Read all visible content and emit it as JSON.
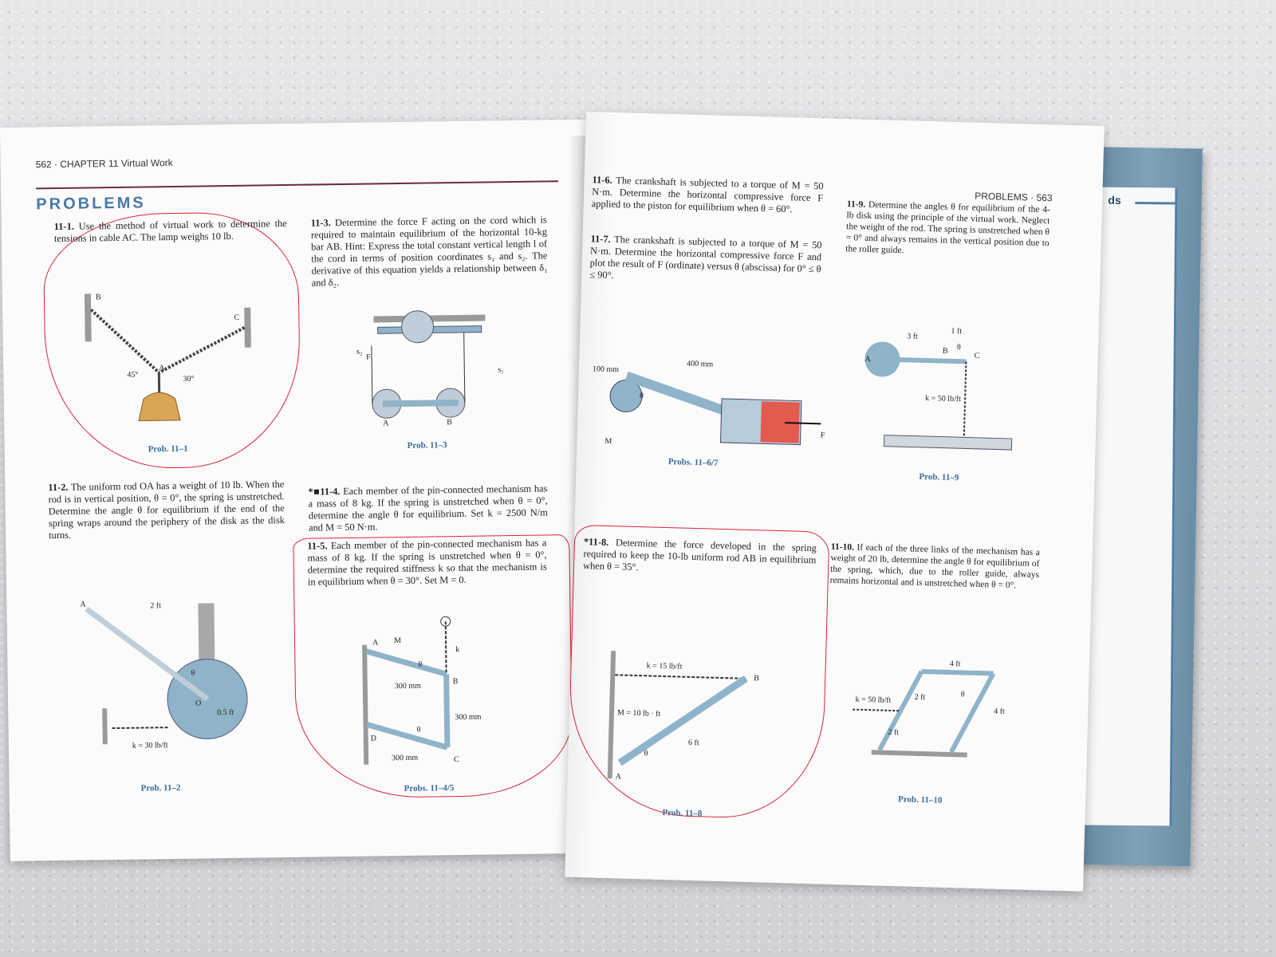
{
  "left_page": {
    "header": "562 · CHAPTER 11 Virtual Work",
    "section_title": "PROBLEMS",
    "problems": [
      {
        "id": "11-1.",
        "text": "Use the method of virtual work to determine the tensions in cable AC. The lamp weighs 10 lb.",
        "caption": "Prob. 11–1"
      },
      {
        "id": "11-3.",
        "text": "Determine the force F acting on the cord which is required to maintain equilibrium of the horizontal 10-kg bar AB. Hint: Express the total constant vertical length l of the cord in terms of position coordinates s₁ and s₂. The derivative of this equation yields a relationship between δ₁ and δ₂.",
        "caption": "Prob. 11–3"
      },
      {
        "id": "11-2.",
        "text": "The uniform rod OA has a weight of 10 lb. When the rod is in vertical position, θ = 0°, the spring is unstretched. Determine the angle θ for equilibrium if the end of the spring wraps around the periphery of the disk as the disk turns.",
        "caption": "Prob. 11–2"
      },
      {
        "id": "*■11-4.",
        "text": "Each member of the pin-connected mechanism has a mass of 8 kg. If the spring is unstretched when θ = 0°, determine the angle θ for equilibrium. Set k = 2500 N/m and M = 50 N·m."
      },
      {
        "id": "11-5.",
        "text": "Each member of the pin-connected mechanism has a mass of 8 kg. If the spring is unstretched when θ = 0°, determine the required stiffness k so that the mechanism is in equilibrium when θ = 30°. Set M = 0.",
        "caption": "Probs. 11–4/5"
      }
    ],
    "fig_labels": {
      "p1": [
        "B",
        "C",
        "A",
        "45°",
        "30°"
      ],
      "p3": [
        "s₂",
        "F",
        "s₁",
        "A",
        "B"
      ],
      "p2": [
        "A",
        "2 ft",
        "θ",
        "O",
        "0.5 ft",
        "k = 30 lb/ft"
      ],
      "p45": [
        "M",
        "A",
        "θ",
        "300 mm",
        "B",
        "k",
        "300 mm",
        "D",
        "θ",
        "300 mm",
        "C"
      ]
    }
  },
  "right_page": {
    "header": "PROBLEMS · 563",
    "problems": [
      {
        "id": "11-6.",
        "text": "The crankshaft is subjected to a torque of M = 50 N·m. Determine the horizontal compressive force F applied to the piston for equilibrium when θ = 60°."
      },
      {
        "id": "11-7.",
        "text": "The crankshaft is subjected to a torque of M = 50 N·m. Determine the horizontal compressive force F and plot the result of F (ordinate) versus θ (abscissa) for 0° ≤ θ ≤ 90°.",
        "caption": "Probs. 11–6/7"
      },
      {
        "id": "11-9.",
        "text": "Determine the angles θ for equilibrium of the 4-lb disk using the principle of the virtual work. Neglect the weight of the rod. The spring is unstretched when θ = 0° and always remains in the vertical position due to the roller guide.",
        "caption": "Prob. 11–9"
      },
      {
        "id": "*11-8.",
        "text": "Determine the force developed in the spring required to keep the 10-lb uniform rod AB in equilibrium when θ = 35°.",
        "caption": "Prob. 11–8"
      },
      {
        "id": "11-10.",
        "text": "If each of the three links of the mechanism has a weight of 20 lb, determine the angle θ for equilibrium of the spring, which, due to the roller guide, always remains horizontal and is unstretched when θ = 0°.",
        "caption": "Prob. 11–10"
      }
    ],
    "fig_labels": {
      "p67": [
        "400 mm",
        "100 mm",
        "θ",
        "M",
        "F"
      ],
      "p9": [
        "3 ft",
        "1 ft",
        "A",
        "B",
        "θ",
        "C",
        "k = 50 lb/ft"
      ],
      "p8": [
        "k = 15 lb/ft",
        "B",
        "M = 10 lb · ft",
        "6 ft",
        "θ",
        "A"
      ],
      "p10": [
        "4 ft",
        "k = 50 lb/ft",
        "2 ft",
        "θ",
        "4 ft",
        "2 ft"
      ]
    }
  },
  "edge_tab": "ds",
  "colors": {
    "accent": "#4a78a6",
    "rule": "#6e2a44",
    "ink_circle": "#d82535",
    "steel": "#8fb3c8",
    "piston": "#e35a4f"
  }
}
